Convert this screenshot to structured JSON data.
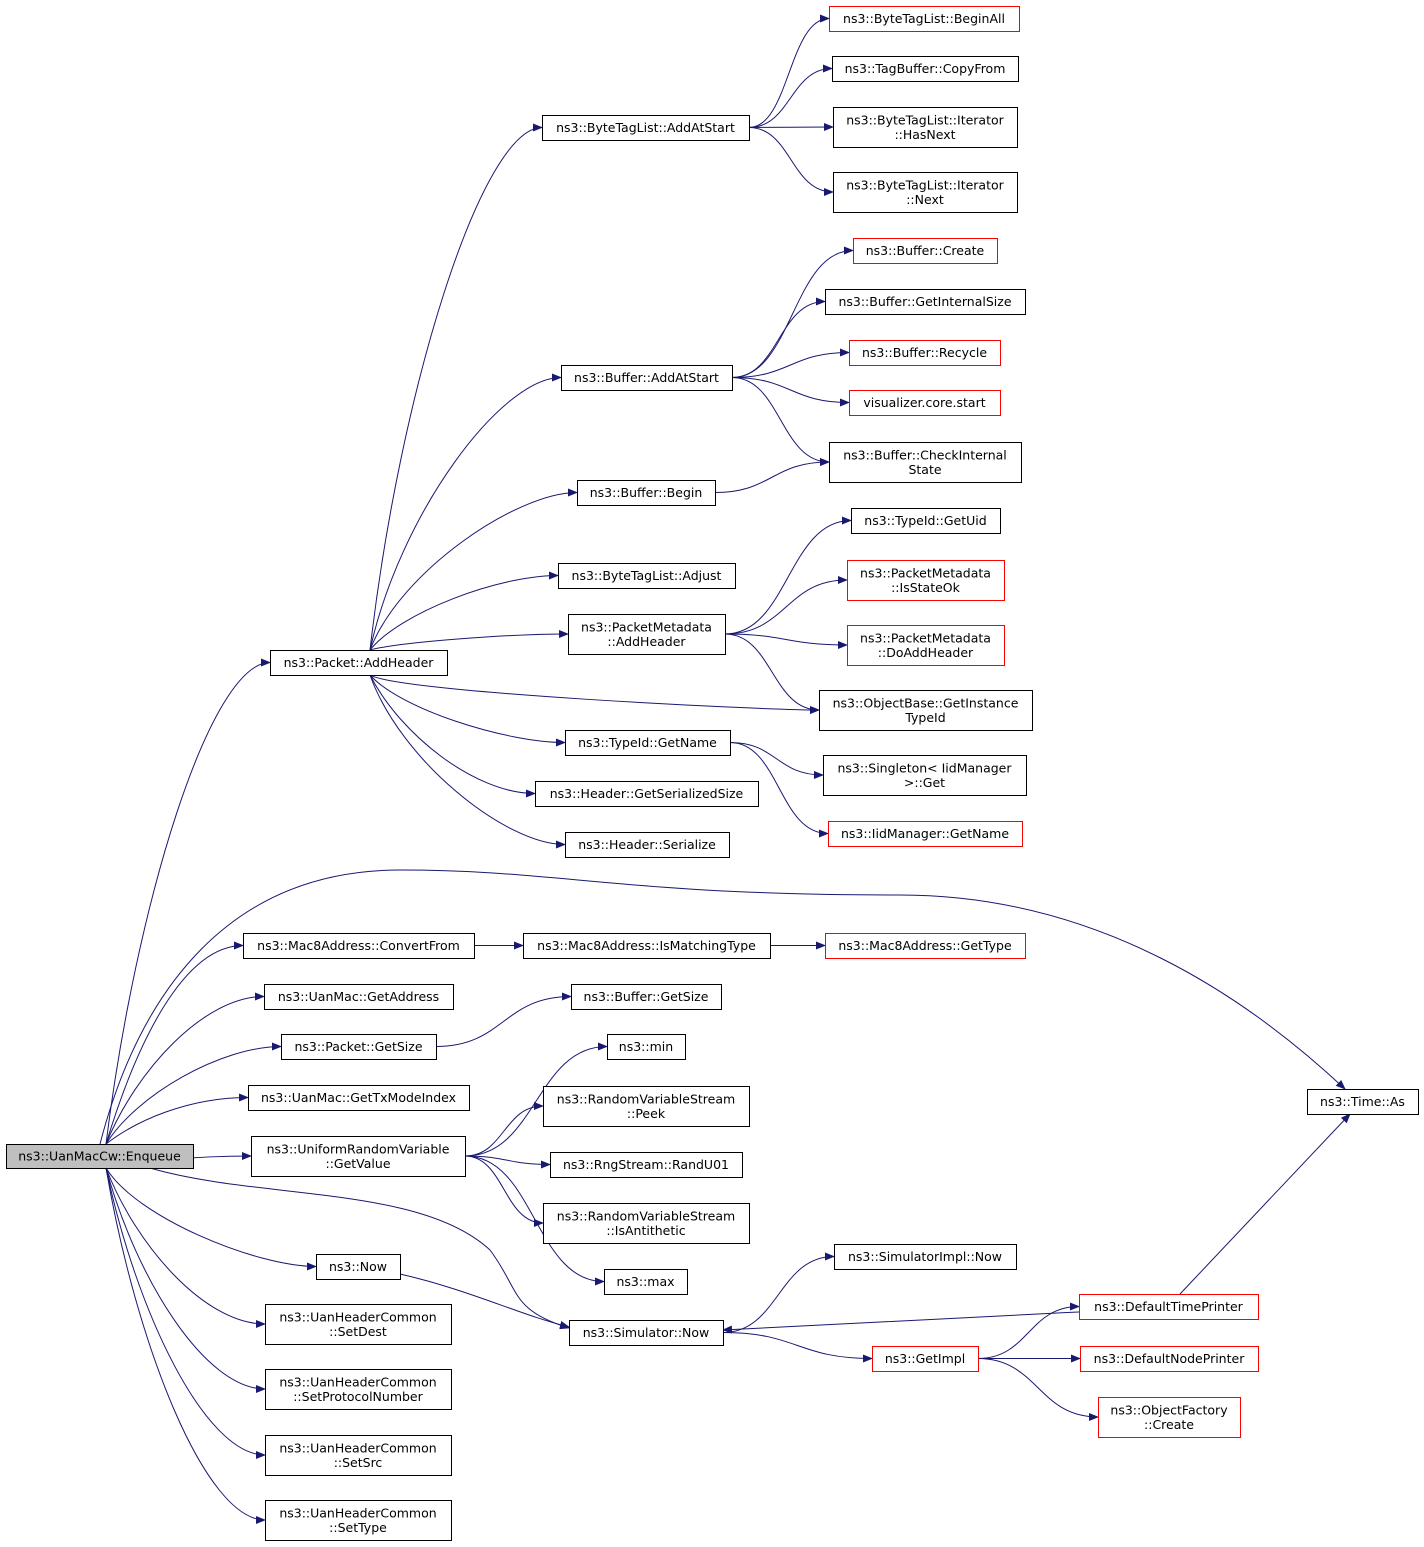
{
  "graph": {
    "nodes": {
      "enqueue": {
        "label": [
          "ns3::UanMacCw::Enqueue"
        ],
        "style": "root"
      },
      "addHeader": {
        "label": [
          "ns3::Packet::AddHeader"
        ],
        "style": "normal"
      },
      "btlAddAtStart": {
        "label": [
          "ns3::ByteTagList::AddAtStart"
        ],
        "style": "normal"
      },
      "btlBeginAll": {
        "label": [
          "ns3::ByteTagList::BeginAll"
        ],
        "style": "red"
      },
      "tagBufCopyFrom": {
        "label": [
          "ns3::TagBuffer::CopyFrom"
        ],
        "style": "normal"
      },
      "btlIterHasNext": {
        "label": [
          "ns3::ByteTagList::Iterator",
          "::HasNext"
        ],
        "style": "normal"
      },
      "btlIterNext": {
        "label": [
          "ns3::ByteTagList::Iterator",
          "::Next"
        ],
        "style": "normal"
      },
      "bufCreate": {
        "label": [
          "ns3::Buffer::Create"
        ],
        "style": "red"
      },
      "bufGetInternalSize": {
        "label": [
          "ns3::Buffer::GetInternalSize"
        ],
        "style": "normal"
      },
      "bufRecycle": {
        "label": [
          "ns3::Buffer::Recycle"
        ],
        "style": "red"
      },
      "vizStart": {
        "label": [
          "visualizer.core.start"
        ],
        "style": "red"
      },
      "bufAddAtStart": {
        "label": [
          "ns3::Buffer::AddAtStart"
        ],
        "style": "normal"
      },
      "bufCheckInternal": {
        "label": [
          "ns3::Buffer::CheckInternal",
          "State"
        ],
        "style": "normal"
      },
      "bufBegin": {
        "label": [
          "ns3::Buffer::Begin"
        ],
        "style": "normal"
      },
      "typeIdGetUid": {
        "label": [
          "ns3::TypeId::GetUid"
        ],
        "style": "normal"
      },
      "btlAdjust": {
        "label": [
          "ns3::ByteTagList::Adjust"
        ],
        "style": "normal"
      },
      "pmIsStateOk": {
        "label": [
          "ns3::PacketMetadata",
          "::IsStateOk"
        ],
        "style": "red"
      },
      "pmAddHeader": {
        "label": [
          "ns3::PacketMetadata",
          "::AddHeader"
        ],
        "style": "normal"
      },
      "pmDoAddHeader": {
        "label": [
          "ns3::PacketMetadata",
          "::DoAddHeader"
        ],
        "style": "red"
      },
      "objGetInstanceTypeId": {
        "label": [
          "ns3::ObjectBase::GetInstance",
          "TypeId"
        ],
        "style": "normal"
      },
      "typeIdGetName": {
        "label": [
          "ns3::TypeId::GetName"
        ],
        "style": "normal"
      },
      "singletonGet": {
        "label": [
          "ns3::Singleton< IidManager",
          ">::Get"
        ],
        "style": "normal"
      },
      "hdrGetSerializedSize": {
        "label": [
          "ns3::Header::GetSerializedSize"
        ],
        "style": "normal"
      },
      "iidGetName": {
        "label": [
          "ns3::IidManager::GetName"
        ],
        "style": "red"
      },
      "hdrSerialize": {
        "label": [
          "ns3::Header::Serialize"
        ],
        "style": "normal"
      },
      "mac8ConvertFrom": {
        "label": [
          "ns3::Mac8Address::ConvertFrom"
        ],
        "style": "normal"
      },
      "mac8IsMatchingType": {
        "label": [
          "ns3::Mac8Address::IsMatchingType"
        ],
        "style": "normal"
      },
      "mac8GetType": {
        "label": [
          "ns3::Mac8Address::GetType"
        ],
        "style": "red"
      },
      "uanGetAddress": {
        "label": [
          "ns3::UanMac::GetAddress"
        ],
        "style": "normal"
      },
      "bufGetSize": {
        "label": [
          "ns3::Buffer::GetSize"
        ],
        "style": "normal"
      },
      "pktGetSize": {
        "label": [
          "ns3::Packet::GetSize"
        ],
        "style": "normal"
      },
      "min": {
        "label": [
          "ns3::min"
        ],
        "style": "normal"
      },
      "uanGetTxModeIndex": {
        "label": [
          "ns3::UanMac::GetTxModeIndex"
        ],
        "style": "normal"
      },
      "rvsPeek": {
        "label": [
          "ns3::RandomVariableStream",
          "::Peek"
        ],
        "style": "normal"
      },
      "timeAs": {
        "label": [
          "ns3::Time::As"
        ],
        "style": "normal"
      },
      "urvGetValue": {
        "label": [
          "ns3::UniformRandomVariable",
          "::GetValue"
        ],
        "style": "normal"
      },
      "rngRandU01": {
        "label": [
          "ns3::RngStream::RandU01"
        ],
        "style": "normal"
      },
      "rvsIsAntithetic": {
        "label": [
          "ns3::RandomVariableStream",
          "::IsAntithetic"
        ],
        "style": "normal"
      },
      "simImplNow": {
        "label": [
          "ns3::SimulatorImpl::Now"
        ],
        "style": "normal"
      },
      "ns3Now": {
        "label": [
          "ns3::Now"
        ],
        "style": "normal"
      },
      "max": {
        "label": [
          "ns3::max"
        ],
        "style": "normal"
      },
      "defaultTimePrinter": {
        "label": [
          "ns3::DefaultTimePrinter"
        ],
        "style": "red"
      },
      "setDest": {
        "label": [
          "ns3::UanHeaderCommon",
          "::SetDest"
        ],
        "style": "normal"
      },
      "simNow": {
        "label": [
          "ns3::Simulator::Now"
        ],
        "style": "normal"
      },
      "getImpl": {
        "label": [
          "ns3::GetImpl"
        ],
        "style": "red"
      },
      "defaultNodePrinter": {
        "label": [
          "ns3::DefaultNodePrinter"
        ],
        "style": "red"
      },
      "setProtocolNumber": {
        "label": [
          "ns3::UanHeaderCommon",
          "::SetProtocolNumber"
        ],
        "style": "normal"
      },
      "objFactoryCreate": {
        "label": [
          "ns3::ObjectFactory",
          "::Create"
        ],
        "style": "red"
      },
      "setSrc": {
        "label": [
          "ns3::UanHeaderCommon",
          "::SetSrc"
        ],
        "style": "normal"
      },
      "setType": {
        "label": [
          "ns3::UanHeaderCommon",
          "::SetType"
        ],
        "style": "normal"
      }
    },
    "edges": [
      [
        "enqueue",
        "addHeader"
      ],
      [
        "addHeader",
        "btlAddAtStart"
      ],
      [
        "btlAddAtStart",
        "btlBeginAll"
      ],
      [
        "btlAddAtStart",
        "tagBufCopyFrom"
      ],
      [
        "btlAddAtStart",
        "btlIterHasNext"
      ],
      [
        "btlAddAtStart",
        "btlIterNext"
      ],
      [
        "addHeader",
        "bufAddAtStart"
      ],
      [
        "bufAddAtStart",
        "bufCreate"
      ],
      [
        "bufAddAtStart",
        "bufGetInternalSize"
      ],
      [
        "bufAddAtStart",
        "bufRecycle"
      ],
      [
        "bufAddAtStart",
        "vizStart"
      ],
      [
        "bufAddAtStart",
        "bufCheckInternal"
      ],
      [
        "addHeader",
        "bufBegin"
      ],
      [
        "bufBegin",
        "bufCheckInternal"
      ],
      [
        "addHeader",
        "btlAdjust"
      ],
      [
        "addHeader",
        "pmAddHeader"
      ],
      [
        "pmAddHeader",
        "typeIdGetUid"
      ],
      [
        "pmAddHeader",
        "pmIsStateOk"
      ],
      [
        "pmAddHeader",
        "pmDoAddHeader"
      ],
      [
        "pmAddHeader",
        "objGetInstanceTypeId"
      ],
      [
        "addHeader",
        "objGetInstanceTypeId"
      ],
      [
        "addHeader",
        "typeIdGetName"
      ],
      [
        "typeIdGetName",
        "singletonGet"
      ],
      [
        "typeIdGetName",
        "iidGetName"
      ],
      [
        "addHeader",
        "hdrGetSerializedSize"
      ],
      [
        "addHeader",
        "hdrSerialize"
      ],
      [
        "enqueue",
        "timeAs"
      ],
      [
        "enqueue",
        "mac8ConvertFrom"
      ],
      [
        "mac8ConvertFrom",
        "mac8IsMatchingType"
      ],
      [
        "mac8IsMatchingType",
        "mac8GetType"
      ],
      [
        "enqueue",
        "uanGetAddress"
      ],
      [
        "enqueue",
        "pktGetSize"
      ],
      [
        "pktGetSize",
        "bufGetSize"
      ],
      [
        "enqueue",
        "uanGetTxModeIndex"
      ],
      [
        "enqueue",
        "urvGetValue"
      ],
      [
        "urvGetValue",
        "min"
      ],
      [
        "urvGetValue",
        "rvsPeek"
      ],
      [
        "urvGetValue",
        "rngRandU01"
      ],
      [
        "urvGetValue",
        "rvsIsAntithetic"
      ],
      [
        "urvGetValue",
        "max"
      ],
      [
        "enqueue",
        "simNow"
      ],
      [
        "enqueue",
        "ns3Now"
      ],
      [
        "ns3Now",
        "simNow"
      ],
      [
        "simNow",
        "simImplNow"
      ],
      [
        "simNow",
        "getImpl"
      ],
      [
        "getImpl",
        "defaultTimePrinter"
      ],
      [
        "getImpl",
        "defaultNodePrinter"
      ],
      [
        "getImpl",
        "objFactoryCreate"
      ],
      [
        "defaultTimePrinter",
        "simNow"
      ],
      [
        "defaultTimePrinter",
        "timeAs"
      ],
      [
        "enqueue",
        "setDest"
      ],
      [
        "enqueue",
        "setProtocolNumber"
      ],
      [
        "enqueue",
        "setSrc"
      ],
      [
        "enqueue",
        "setType"
      ]
    ]
  },
  "colors": {
    "edge": "#191970",
    "node_border": "#000000",
    "node_border_undocumented": "#ff0000",
    "root_fill": "#bfbfbf",
    "node_fill": "#ffffff"
  }
}
